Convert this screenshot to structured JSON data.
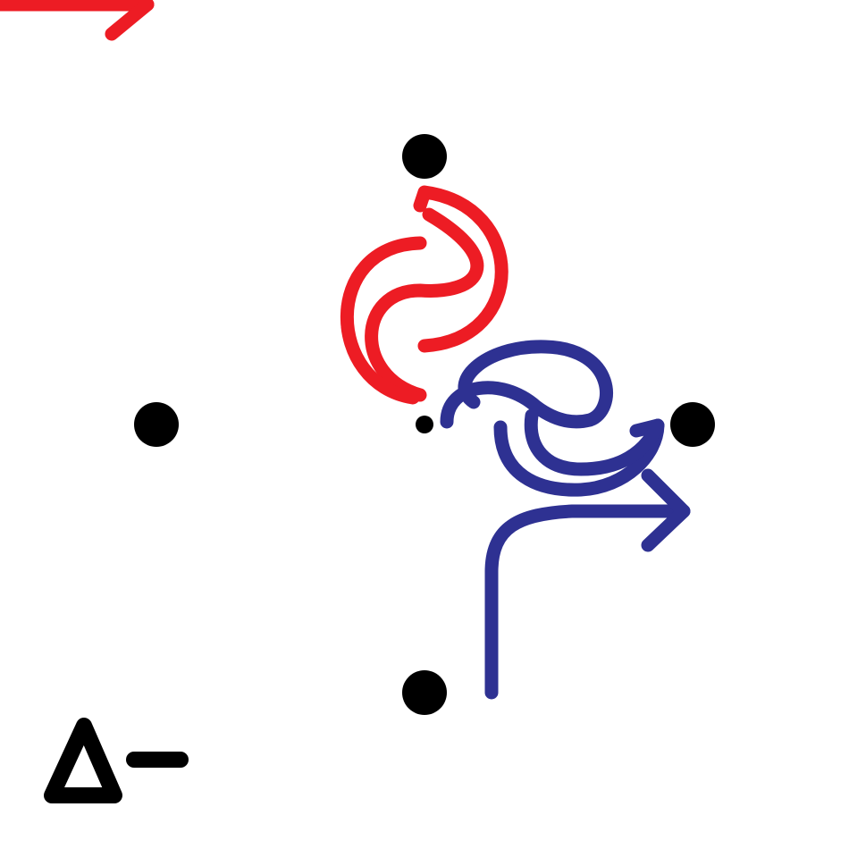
{
  "colors": {
    "background": "#ffffff",
    "red_path": "#ed1c24",
    "blue_path": "#2e3192",
    "points": "#000000",
    "symbol": "#000000"
  },
  "paths": [
    {
      "name": "red-path",
      "color_key": "red_path"
    },
    {
      "name": "blue-path",
      "color_key": "blue_path"
    }
  ],
  "points": [
    {
      "name": "north-point"
    },
    {
      "name": "west-point"
    },
    {
      "name": "east-point"
    },
    {
      "name": "south-point"
    },
    {
      "name": "center-point"
    }
  ],
  "symbol": {
    "name": "delta-minus-symbol",
    "glyph": "Δ−"
  }
}
